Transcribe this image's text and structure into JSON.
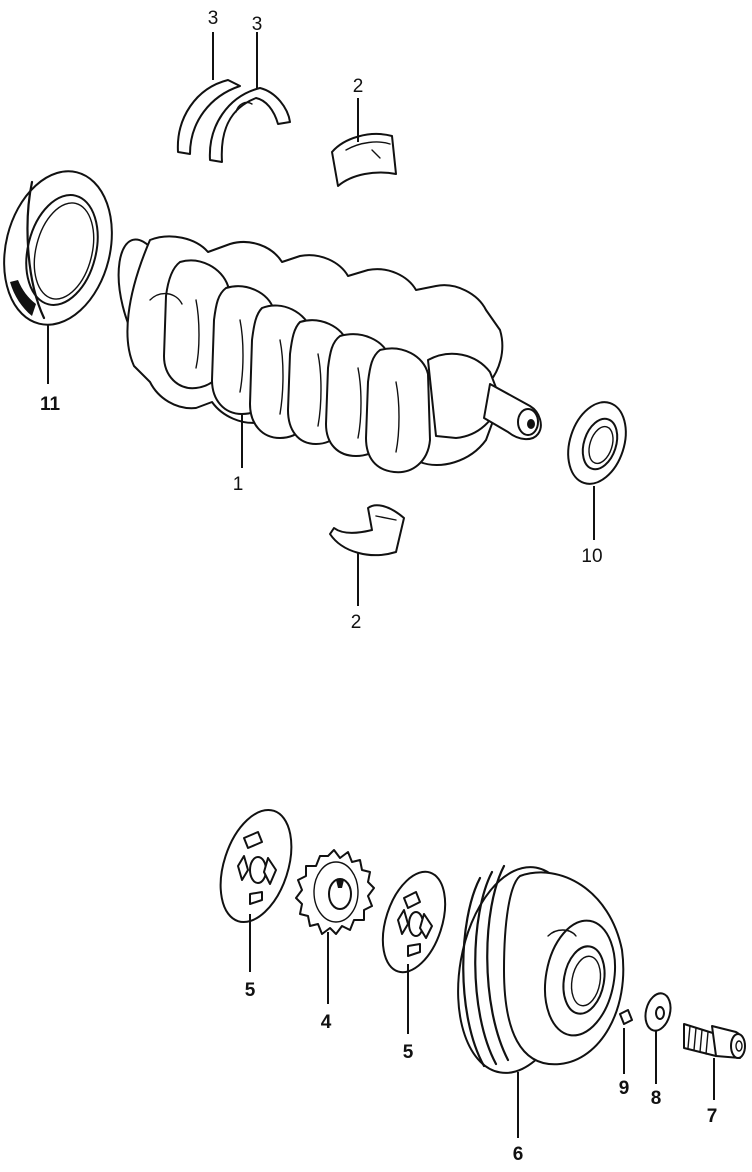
{
  "labels": {
    "crankshaft": "1",
    "main_bearing_upper": "2",
    "main_bearing_lower": "2",
    "thrust_washer_a": "3",
    "thrust_washer_b": "3",
    "timing_gear": "4",
    "guide_plate_a": "5",
    "guide_plate_b": "5",
    "pulley": "6",
    "pulley_bolt": "7",
    "washer": "8",
    "key": "9",
    "front_oil_seal": "10",
    "rear_oil_seal": "11"
  }
}
